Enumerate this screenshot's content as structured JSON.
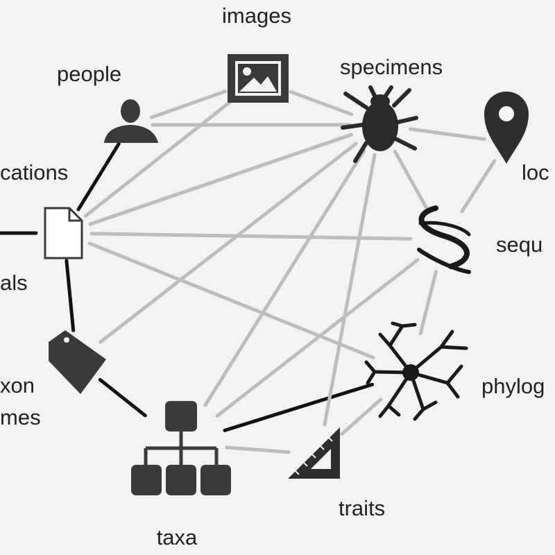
{
  "nodes": {
    "images": {
      "label": "images",
      "icon": "image-icon"
    },
    "specimens": {
      "label": "specimens",
      "icon": "bug-icon"
    },
    "people": {
      "label": "people",
      "icon": "person-icon"
    },
    "localities": {
      "label": "loc",
      "icon": "map-pin-icon"
    },
    "publications": {
      "label": "cations",
      "icon": "document-icon"
    },
    "sequences": {
      "label": "sequ",
      "icon": "dna-icon"
    },
    "journals": {
      "label": "als",
      "icon": "journal-icon"
    },
    "taxon_names": {
      "label": "xon\nmes",
      "icon": "tag-icon"
    },
    "phylogenies": {
      "label": "phylog",
      "icon": "phylogeny-tree-icon"
    },
    "taxa": {
      "label": "taxa",
      "icon": "hierarchy-icon"
    },
    "traits": {
      "label": "traits",
      "icon": "set-square-icon"
    }
  },
  "edge_colors": {
    "strong": "#111111",
    "weak": "#bdbdbd"
  },
  "edges": [
    {
      "from": "people",
      "to": "publications",
      "kind": "strong"
    },
    {
      "from": "journals",
      "to": "publications",
      "kind": "strong"
    },
    {
      "from": "publications",
      "to": "taxon_names",
      "kind": "strong"
    },
    {
      "from": "taxon_names",
      "to": "taxa",
      "kind": "strong"
    },
    {
      "from": "taxa",
      "to": "phylogenies",
      "kind": "strong"
    },
    {
      "from": "people",
      "to": "images",
      "kind": "weak"
    },
    {
      "from": "people",
      "to": "specimens",
      "kind": "weak"
    },
    {
      "from": "images",
      "to": "specimens",
      "kind": "weak"
    },
    {
      "from": "images",
      "to": "publications",
      "kind": "weak"
    },
    {
      "from": "specimens",
      "to": "localities",
      "kind": "weak"
    },
    {
      "from": "specimens",
      "to": "publications",
      "kind": "weak"
    },
    {
      "from": "specimens",
      "to": "sequences",
      "kind": "weak"
    },
    {
      "from": "specimens",
      "to": "traits",
      "kind": "weak"
    },
    {
      "from": "specimens",
      "to": "taxa",
      "kind": "weak"
    },
    {
      "from": "specimens",
      "to": "taxon_names",
      "kind": "weak"
    },
    {
      "from": "localities",
      "to": "sequences",
      "kind": "weak"
    },
    {
      "from": "publications",
      "to": "sequences",
      "kind": "weak"
    },
    {
      "from": "publications",
      "to": "phylogenies",
      "kind": "weak"
    },
    {
      "from": "publications",
      "to": "specimens",
      "kind": "weak"
    },
    {
      "from": "sequences",
      "to": "phylogenies",
      "kind": "weak"
    },
    {
      "from": "sequences",
      "to": "taxa",
      "kind": "weak"
    },
    {
      "from": "phylogenies",
      "to": "traits",
      "kind": "weak"
    },
    {
      "from": "taxa",
      "to": "traits",
      "kind": "weak"
    }
  ]
}
